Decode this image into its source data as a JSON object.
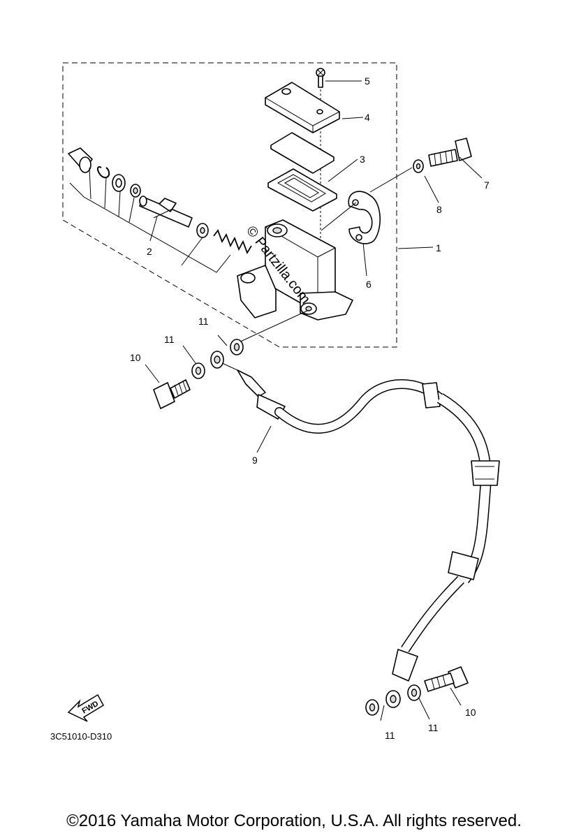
{
  "diagram": {
    "callouts": {
      "c1": "1",
      "c2": "2",
      "c3": "3",
      "c4": "4",
      "c5": "5",
      "c6": "6",
      "c7": "7",
      "c8": "8",
      "c9": "9",
      "c10a": "10",
      "c10b": "10",
      "c11a": "11",
      "c11b": "11",
      "c11c": "11",
      "c11d": "11"
    },
    "fwd_label": "FWD",
    "drawing_code": "3C51010-D310",
    "watermark": "© Partzilla.com"
  },
  "footer": {
    "copyright": "©2016 Yamaha Motor Corporation, U.S.A. All rights reserved."
  }
}
